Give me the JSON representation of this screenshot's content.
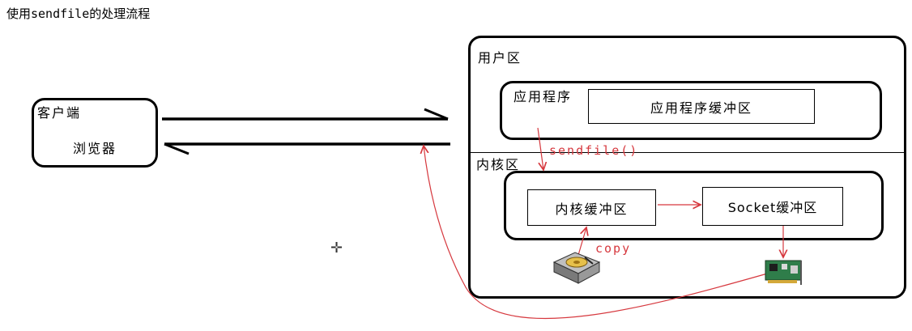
{
  "title": "使用sendfile的处理流程",
  "client": {
    "label": "客户端",
    "sub": "浏览器"
  },
  "user_zone": {
    "label": "用户区",
    "app_label": "应用程序",
    "app_buffer": "应用程序缓冲区"
  },
  "kernel_zone": {
    "label": "内核区",
    "kernel_buffer": "内核缓冲区",
    "socket_buffer": "Socket缓冲区"
  },
  "annotations": {
    "sendfile": "sendfile()",
    "copy": "copy"
  },
  "icons": {
    "disk": "hard-disk-icon",
    "nic": "network-card-icon",
    "cursor": "crosshair-cursor-icon"
  },
  "colors": {
    "flow": "#d6383e",
    "outline": "#000000"
  }
}
